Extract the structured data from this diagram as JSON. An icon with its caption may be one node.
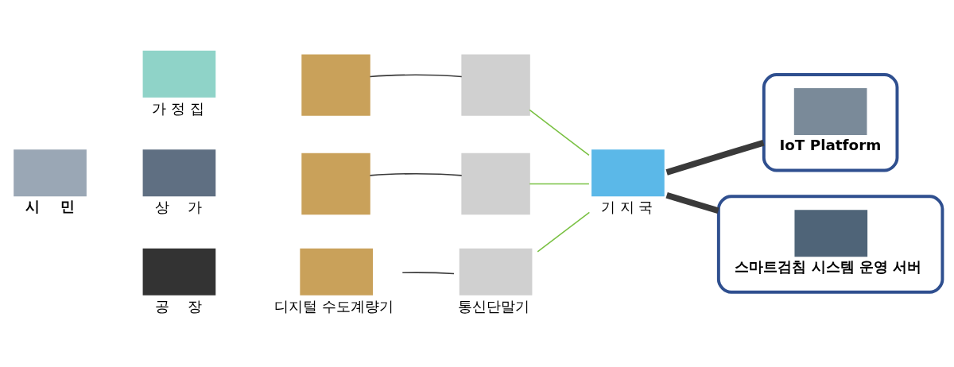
{
  "diagram": {
    "nodes": [
      {
        "text": [
          "시    민"
        ]
      },
      {
        "text": [
          "가 정 집"
        ]
      },
      {
        "text": [
          "상    가"
        ]
      },
      {
        "text": [
          "공    장"
        ]
      },
      {
        "text": [],
        "shape": "box"
      },
      {
        "text": [],
        "shape": "box"
      },
      {
        "text": [],
        "shape": "box"
      },
      {
        "text": [],
        "shape": "box"
      },
      {
        "text": [
          "디지털 수도계량기"
        ]
      },
      {
        "text": [
          "통신단말기"
        ]
      },
      {
        "text": [
          "기 지 국"
        ]
      },
      {
        "text": [
          "IoT Platform"
        ]
      },
      {
        "text": [
          "스마트검침 시스템 운영 서버"
        ]
      }
    ],
    "edges": [
      {
        "from": 4,
        "to": 5,
        "arrow": "none"
      },
      {
        "from": 6,
        "to": 7,
        "arrow": "none"
      },
      {
        "from": 8,
        "to": 9,
        "arrow": "none"
      },
      {
        "from": 5,
        "to": 10,
        "arrow": "none",
        "color": "#7ac143"
      },
      {
        "from": 7,
        "to": 10,
        "arrow": "none",
        "color": "#7ac143"
      },
      {
        "from": 9,
        "to": 10,
        "arrow": "none",
        "color": "#7ac143"
      },
      {
        "from": 10,
        "to": 11,
        "arrow": "none",
        "style": "thick"
      },
      {
        "from": 10,
        "to": 12,
        "arrow": "none",
        "style": "thick"
      }
    ]
  }
}
